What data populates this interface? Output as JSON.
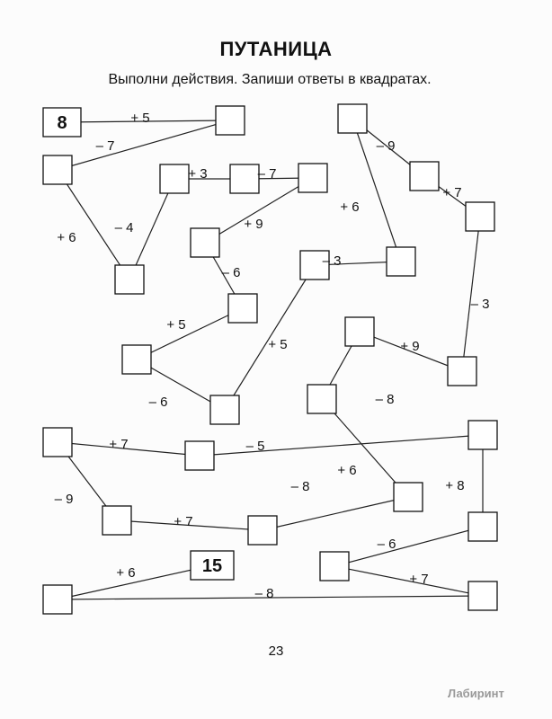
{
  "title": "ПУТАНИЦА",
  "instruction": "Выполни действия. Запиши ответы в квадратах.",
  "page_number": "23",
  "watermark": "Лабиринт",
  "colors": {
    "ink": "#111111",
    "paper": "#fcfcfc"
  },
  "answer_boxes": [
    {
      "id": "a",
      "given": "8"
    },
    {
      "id": "b",
      "given": ""
    },
    {
      "id": "c",
      "given": ""
    },
    {
      "id": "d",
      "given": ""
    },
    {
      "id": "e",
      "given": ""
    },
    {
      "id": "f",
      "given": ""
    },
    {
      "id": "g",
      "given": ""
    },
    {
      "id": "h",
      "given": ""
    },
    {
      "id": "i",
      "given": ""
    },
    {
      "id": "j",
      "given": ""
    },
    {
      "id": "k",
      "given": ""
    },
    {
      "id": "l",
      "given": ""
    },
    {
      "id": "m",
      "given": ""
    },
    {
      "id": "n",
      "given": ""
    },
    {
      "id": "o",
      "given": ""
    },
    {
      "id": "p",
      "given": ""
    },
    {
      "id": "q",
      "given": ""
    },
    {
      "id": "r",
      "given": ""
    },
    {
      "id": "s",
      "given": ""
    },
    {
      "id": "t",
      "given": ""
    },
    {
      "id": "u",
      "given": ""
    },
    {
      "id": "v",
      "given": ""
    },
    {
      "id": "w",
      "given": ""
    },
    {
      "id": "x",
      "given": ""
    },
    {
      "id": "y",
      "given": ""
    },
    {
      "id": "z",
      "given": ""
    },
    {
      "id": "aa",
      "given": "15"
    },
    {
      "id": "ab",
      "given": ""
    },
    {
      "id": "ac",
      "given": ""
    },
    {
      "id": "ad",
      "given": ""
    }
  ],
  "operations": [
    {
      "from": "a",
      "to": "b",
      "label": "+ 5"
    },
    {
      "from": "b",
      "to": "c",
      "label": "– 7"
    },
    {
      "from": "c",
      "to": "d",
      "label": "+ 6"
    },
    {
      "from": "d",
      "to": "e",
      "label": "– 4"
    },
    {
      "from": "e",
      "to": "f",
      "label": "+ 3"
    },
    {
      "from": "f",
      "to": "g",
      "label": "– 7"
    },
    {
      "from": "g",
      "to": "h",
      "label": "+ 9"
    },
    {
      "from": "h",
      "to": "i",
      "label": "– 6"
    },
    {
      "from": "i",
      "to": "j",
      "label": "+ 5"
    },
    {
      "from": "j",
      "to": "k",
      "label": "– 6"
    },
    {
      "from": "k",
      "to": "l",
      "label": "+ 5"
    },
    {
      "from": "l",
      "to": "m",
      "label": "– 3"
    },
    {
      "from": "m",
      "to": "n",
      "label": "+ 6"
    },
    {
      "from": "n",
      "to": "o",
      "label": "– 9"
    },
    {
      "from": "o",
      "to": "p",
      "label": "+ 7"
    },
    {
      "from": "p",
      "to": "q",
      "label": "– 3"
    },
    {
      "from": "q",
      "to": "r",
      "label": "+ 9"
    },
    {
      "from": "r",
      "to": "s",
      "label": "– 8"
    },
    {
      "from": "s",
      "to": "t",
      "label": "+ 6"
    },
    {
      "from": "t",
      "to": "u",
      "label": "– 8"
    },
    {
      "from": "u",
      "to": "v",
      "label": "+ 7"
    },
    {
      "from": "v",
      "to": "w",
      "label": "– 9"
    },
    {
      "from": "w",
      "to": "x",
      "label": "+ 7"
    },
    {
      "from": "x",
      "to": "y",
      "label": "– 5"
    },
    {
      "from": "y",
      "to": "z",
      "label": "+ 8"
    },
    {
      "from": "z",
      "to": "ab",
      "label": "– 6"
    },
    {
      "from": "ab",
      "to": "ac",
      "label": "+ 7"
    },
    {
      "from": "ac",
      "to": "ad",
      "label": "– 8"
    },
    {
      "from": "ad",
      "to": "aa",
      "label": "+ 6"
    }
  ]
}
